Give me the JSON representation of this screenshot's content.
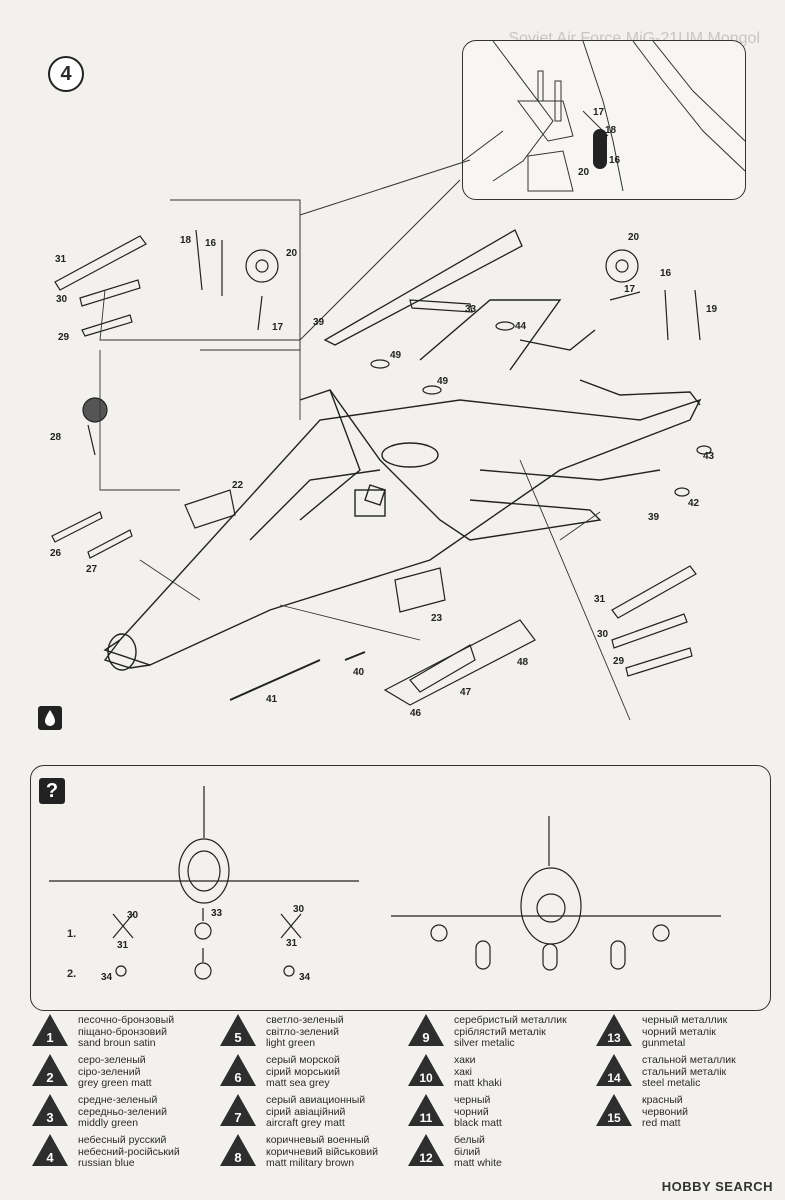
{
  "header": {
    "title": "Soviet Air Force MiG-21UM Mongol"
  },
  "step": {
    "number": "4"
  },
  "inset": {
    "parts": [
      "17",
      "18",
      "16",
      "20"
    ]
  },
  "parts": {
    "p31a": "31",
    "p30a": "30",
    "p29a": "29",
    "p28": "28",
    "p26": "26",
    "p27": "27",
    "p22": "22",
    "p18": "18",
    "p16a": "16",
    "p20a": "20",
    "p17a": "17",
    "p39a": "39",
    "p33": "33",
    "p49a": "49",
    "p49b": "49",
    "p44": "44",
    "p20b": "20",
    "p16b": "16",
    "p17b": "17",
    "p19": "19",
    "p43": "43",
    "p42": "42",
    "p39b": "39",
    "p23": "23",
    "p31b": "31",
    "p30b": "30",
    "p29b": "29",
    "p48": "48",
    "p47": "47",
    "p46": "46",
    "p40": "40",
    "p41": "41"
  },
  "views": {
    "row1_label": "1.",
    "row2_label": "2.",
    "r1_a_top": "30",
    "r1_a_bottom": "31",
    "r1_b_top": "33",
    "r1_c_top": "30",
    "r1_c_bottom": "31",
    "r2_a": "34",
    "r2_b": "34"
  },
  "legend": [
    {
      "num": "1",
      "ru": "песочно-бронзовый",
      "ua": "піщано-бронзовий",
      "en": "sand broun satin"
    },
    {
      "num": "2",
      "ru": "серо-зеленый",
      "ua": "сіро-зелений",
      "en": "grey green matt"
    },
    {
      "num": "3",
      "ru": "средне-зеленый",
      "ua": "середньо-зелений",
      "en": "middly green"
    },
    {
      "num": "4",
      "ru": "небесный русский",
      "ua": "небесний-російський",
      "en": "russian blue"
    },
    {
      "num": "5",
      "ru": "светло-зеленый",
      "ua": "світло-зелений",
      "en": "light green"
    },
    {
      "num": "6",
      "ru": "серый морской",
      "ua": "сірий морський",
      "en": "matt sea grey"
    },
    {
      "num": "7",
      "ru": "серый авиационный",
      "ua": "сірий авіаційний",
      "en": "aircraft grey matt"
    },
    {
      "num": "8",
      "ru": "коричневый военный",
      "ua": "коричневий військовий",
      "en": "matt military brown"
    },
    {
      "num": "9",
      "ru": "серебристый металлик",
      "ua": "сріблястий металік",
      "en": "silver metalic"
    },
    {
      "num": "10",
      "ru": "хаки",
      "ua": "хакі",
      "en": "matt khaki"
    },
    {
      "num": "11",
      "ru": "черный",
      "ua": "чорний",
      "en": "black matt"
    },
    {
      "num": "12",
      "ru": "белый",
      "ua": "білий",
      "en": "matt white"
    },
    {
      "num": "13",
      "ru": "черный металлик",
      "ua": "чорний металік",
      "en": "gunmetal"
    },
    {
      "num": "14",
      "ru": "стальной металлик",
      "ua": "стальний металік",
      "en": "steel metalic"
    },
    {
      "num": "15",
      "ru": "красный",
      "ua": "червоний",
      "en": "red matt"
    }
  ],
  "watermark": "HOBBY SEARCH"
}
